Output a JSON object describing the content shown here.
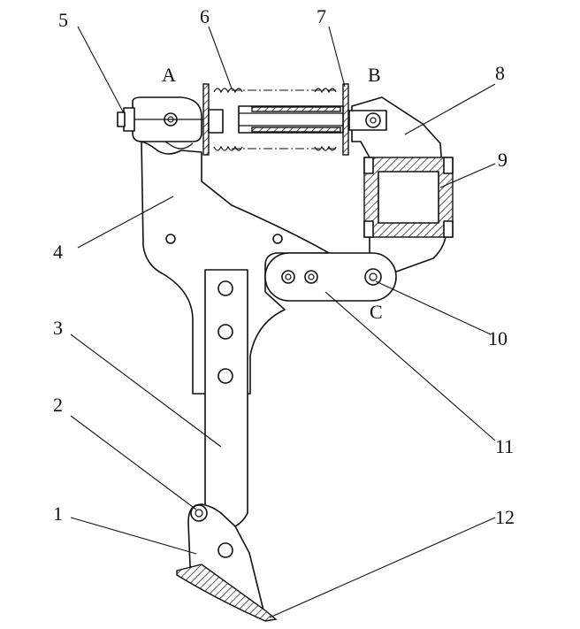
{
  "part_labels": {
    "p1": "1",
    "p2": "2",
    "p3": "3",
    "p4": "4",
    "p5": "5",
    "p6": "6",
    "p7": "7",
    "p8": "8",
    "p9": "9",
    "p10": "10",
    "p11": "11",
    "p12": "12"
  },
  "point_labels": {
    "a": "A",
    "b": "B",
    "c": "C"
  },
  "colors": {
    "ink": "#111111",
    "paper": "#ffffff"
  }
}
